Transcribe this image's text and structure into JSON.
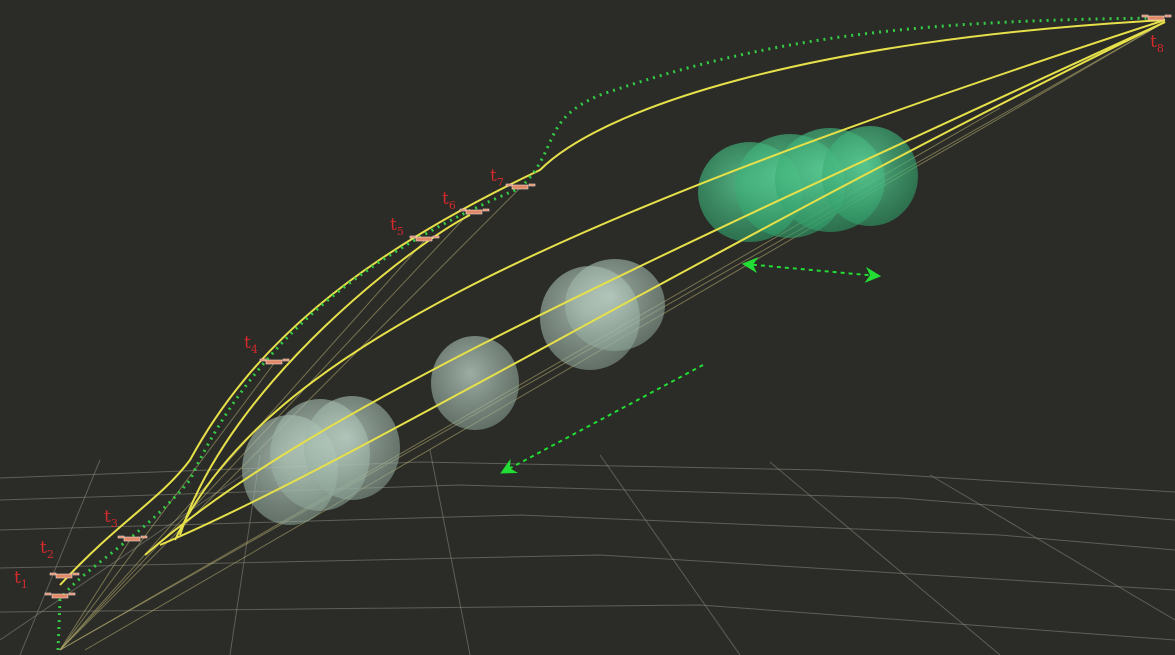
{
  "scene": {
    "background": "#2b2b28",
    "grid_color": "#8a8a7e",
    "trajectory_color": "#e6e04a",
    "executed_path_color": "#33cc44",
    "obstacle_color_static": "#a8c4b4",
    "obstacle_color_moving": "#3fbf7f",
    "motion_arrow_color": "#22dd33",
    "label_color": "#d42a2a",
    "drone_icon": "quadrotor-icon"
  },
  "time_labels": [
    {
      "main": "t",
      "sub": "1"
    },
    {
      "main": "t",
      "sub": "2"
    },
    {
      "main": "t",
      "sub": "3"
    },
    {
      "main": "t",
      "sub": "4"
    },
    {
      "main": "t",
      "sub": "5"
    },
    {
      "main": "t",
      "sub": "6"
    },
    {
      "main": "t",
      "sub": "7"
    },
    {
      "main": "t",
      "sub": "8"
    }
  ]
}
